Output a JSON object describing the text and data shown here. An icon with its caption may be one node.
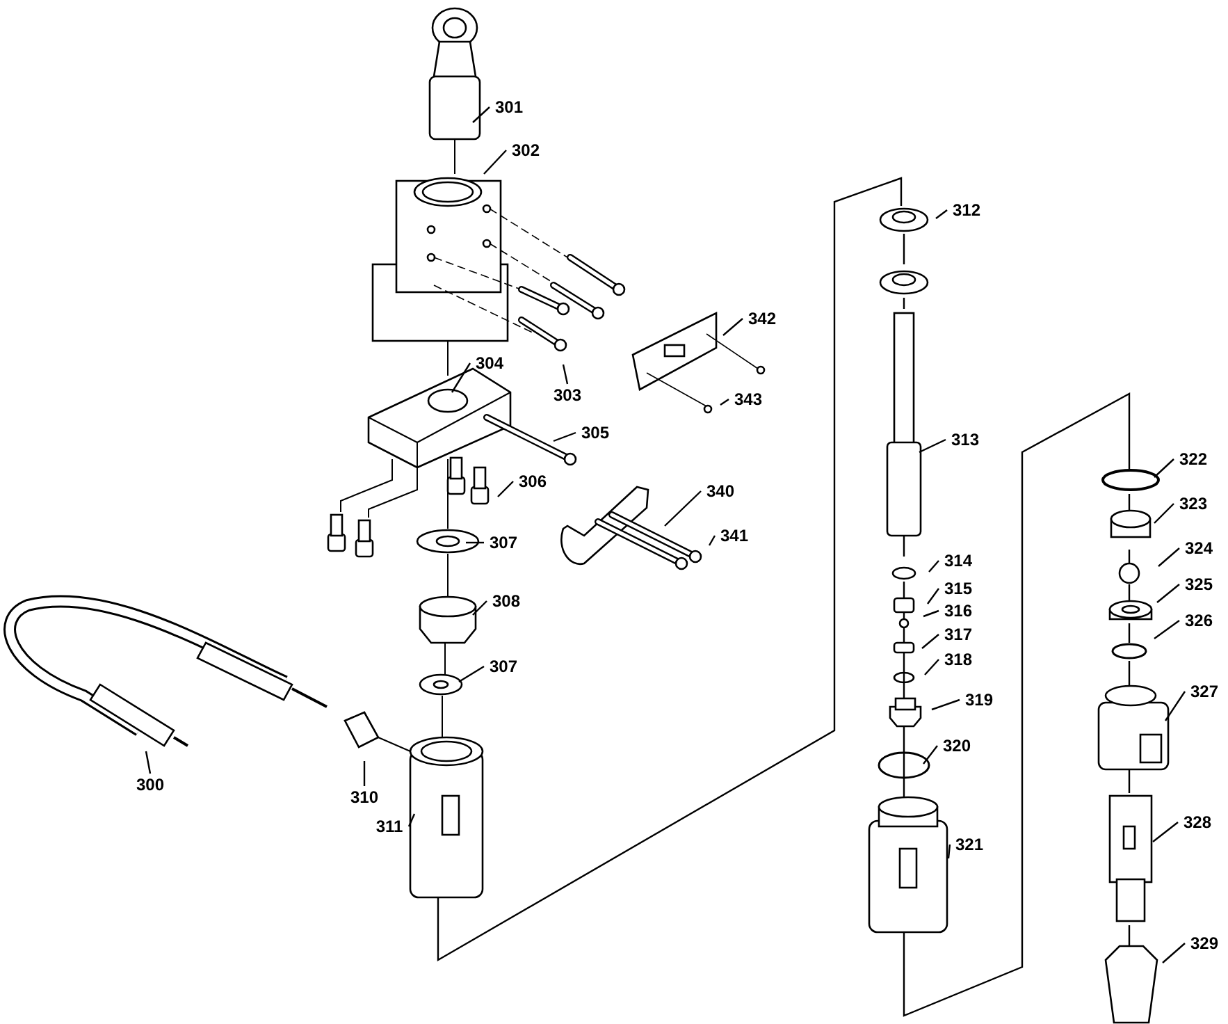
{
  "diagram": {
    "nodes": [
      {
        "text": [
          "301"
        ]
      },
      {
        "text": [
          "302"
        ]
      },
      {
        "text": [
          "303"
        ]
      },
      {
        "text": [
          "304"
        ]
      },
      {
        "text": [
          "305"
        ]
      },
      {
        "text": [
          "306"
        ]
      },
      {
        "text": [
          "307"
        ]
      },
      {
        "text": [
          "308"
        ]
      },
      {
        "text": [
          "307"
        ]
      },
      {
        "text": [
          "300"
        ]
      },
      {
        "text": [
          "310"
        ]
      },
      {
        "text": [
          "311"
        ]
      },
      {
        "text": [
          "312"
        ]
      },
      {
        "text": [
          "313"
        ]
      },
      {
        "text": [
          "314"
        ]
      },
      {
        "text": [
          "315"
        ]
      },
      {
        "text": [
          "316"
        ]
      },
      {
        "text": [
          "317"
        ]
      },
      {
        "text": [
          "318"
        ]
      },
      {
        "text": [
          "319"
        ]
      },
      {
        "text": [
          "320"
        ]
      },
      {
        "text": [
          "321"
        ]
      },
      {
        "text": [
          "322"
        ]
      },
      {
        "text": [
          "323"
        ]
      },
      {
        "text": [
          "324"
        ]
      },
      {
        "text": [
          "325"
        ]
      },
      {
        "text": [
          "326"
        ]
      },
      {
        "text": [
          "327"
        ]
      },
      {
        "text": [
          "328"
        ]
      },
      {
        "text": [
          "329"
        ]
      },
      {
        "text": [
          "340"
        ]
      },
      {
        "text": [
          "341"
        ]
      },
      {
        "text": [
          "342"
        ]
      },
      {
        "text": [
          "343"
        ]
      }
    ],
    "edges": [
      {
        "from": 0,
        "to": null,
        "arrow": "none"
      },
      {
        "from": 1,
        "to": null,
        "arrow": "none"
      },
      {
        "from": 2,
        "to": null,
        "arrow": "none"
      },
      {
        "from": 3,
        "to": null,
        "arrow": "none"
      },
      {
        "from": 4,
        "to": null,
        "arrow": "none"
      },
      {
        "from": 5,
        "to": null,
        "arrow": "none"
      },
      {
        "from": 6,
        "to": null,
        "arrow": "none"
      },
      {
        "from": 7,
        "to": null,
        "arrow": "none"
      },
      {
        "from": 8,
        "to": null,
        "arrow": "none"
      },
      {
        "from": 9,
        "to": null,
        "arrow": "none"
      },
      {
        "from": 10,
        "to": null,
        "arrow": "none"
      },
      {
        "from": 11,
        "to": null,
        "arrow": "none"
      },
      {
        "from": 12,
        "to": null,
        "arrow": "none"
      },
      {
        "from": 13,
        "to": null,
        "arrow": "none"
      },
      {
        "from": 14,
        "to": null,
        "arrow": "none"
      },
      {
        "from": 15,
        "to": null,
        "arrow": "none"
      },
      {
        "from": 16,
        "to": null,
        "arrow": "none"
      },
      {
        "from": 17,
        "to": null,
        "arrow": "none"
      },
      {
        "from": 18,
        "to": null,
        "arrow": "none"
      },
      {
        "from": 19,
        "to": null,
        "arrow": "none"
      },
      {
        "from": 20,
        "to": null,
        "arrow": "none"
      },
      {
        "from": 21,
        "to": null,
        "arrow": "none"
      },
      {
        "from": 22,
        "to": null,
        "arrow": "none"
      },
      {
        "from": 23,
        "to": null,
        "arrow": "none"
      },
      {
        "from": 24,
        "to": null,
        "arrow": "none"
      },
      {
        "from": 25,
        "to": null,
        "arrow": "none"
      },
      {
        "from": 26,
        "to": null,
        "arrow": "none"
      },
      {
        "from": 27,
        "to": null,
        "arrow": "none"
      },
      {
        "from": 28,
        "to": null,
        "arrow": "none"
      },
      {
        "from": 29,
        "to": null,
        "arrow": "none"
      },
      {
        "from": 30,
        "to": null,
        "arrow": "none"
      },
      {
        "from": 31,
        "to": null,
        "arrow": "none"
      },
      {
        "from": 32,
        "to": null,
        "arrow": "none"
      },
      {
        "from": 33,
        "to": null,
        "arrow": "none"
      }
    ]
  }
}
